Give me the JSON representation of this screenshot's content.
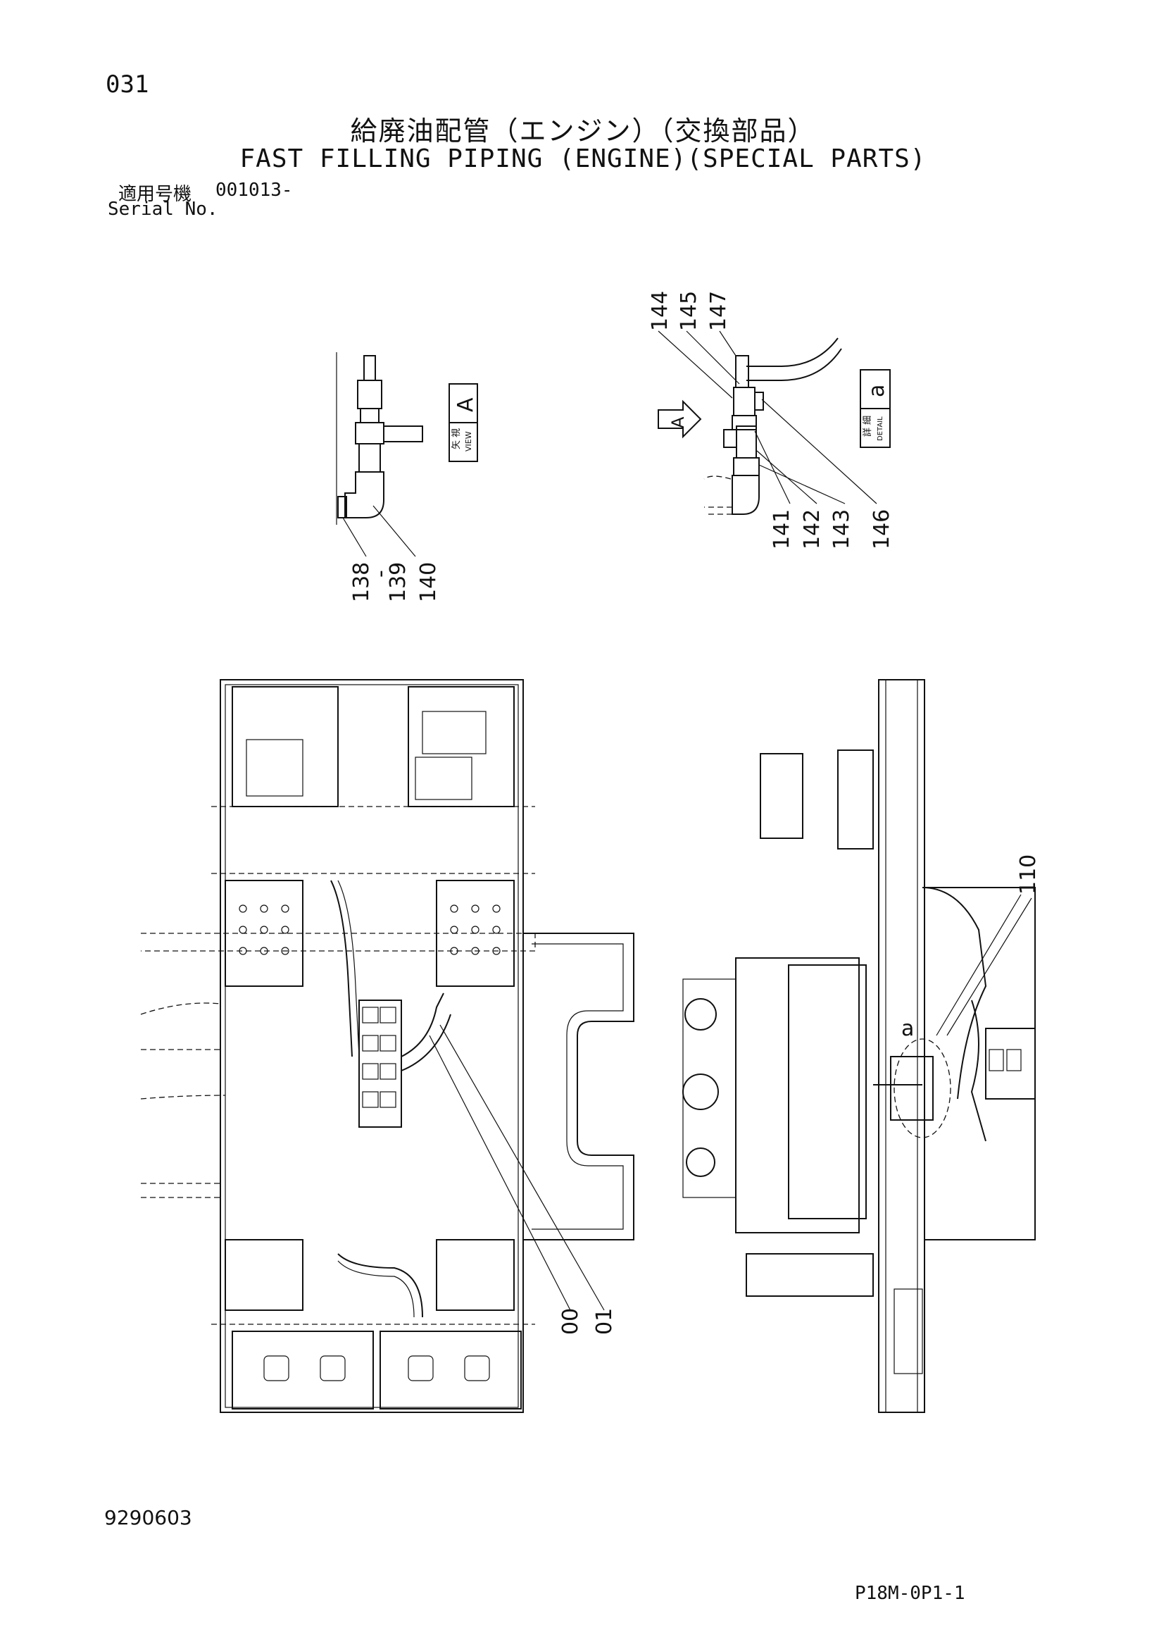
{
  "header": {
    "page_number": "031",
    "title_jp": "給廃油配管（エンジン）（交換部品）",
    "title_en": "FAST FILLING PIPING (ENGINE)(SPECIAL PARTS)",
    "serial_label_jp": "適用号機",
    "serial_value": "001013-",
    "serial_label_en": "Serial No."
  },
  "view_a": {
    "letter": "A",
    "label_jp": "矢 視",
    "label_en": "VIEW",
    "callouts": [
      "138",
      "-",
      "139",
      "140"
    ]
  },
  "detail_a": {
    "letter": "a",
    "label_jp": "詳 細",
    "label_en": "DETAIL",
    "arrow_letter": "A",
    "callouts_top": [
      "144",
      "145",
      "147"
    ],
    "callouts_bottom": [
      "141",
      "142",
      "143",
      "146"
    ]
  },
  "main_view": {
    "callouts": [
      "00",
      "01",
      "110"
    ],
    "detail_marker": "a"
  },
  "footer": {
    "doc_number": "9290603",
    "sheet_code": "P18M-0P1-1"
  }
}
